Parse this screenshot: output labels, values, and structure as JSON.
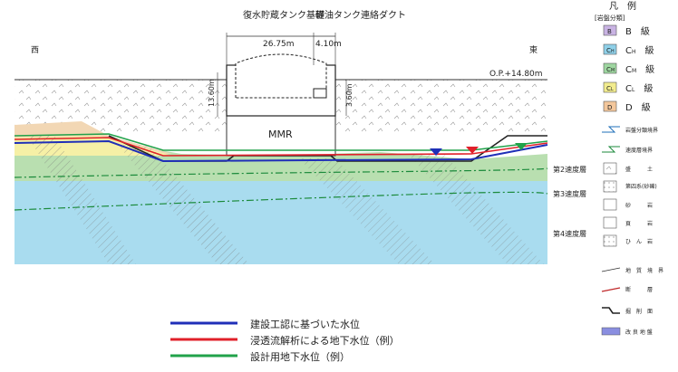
{
  "section": {
    "tank_label": "復水貯蔵タンク基礎",
    "duct_label": "軽油タンク連絡ダクト",
    "width_tank": "26.75m",
    "width_duct": "4.10m",
    "west": "西",
    "east": "東",
    "elevation": "O.P.+14.80m",
    "depth_left": "13.60m",
    "depth_right": "3.60m",
    "mmr": "MMR"
  },
  "velocity_layers": [
    "第2速度層",
    "第3速度層",
    "第4速度層"
  ],
  "legend": {
    "title": "凡　例",
    "subtitle": "[岩盤分類]",
    "rock_classes": [
      {
        "code": "B",
        "label": "B　級",
        "color": "#c9b3e3"
      },
      {
        "code": "C",
        "sub": "H",
        "label": "C",
        "label_sub": "H",
        "label_tail": "　級",
        "color": "#8fd0e8"
      },
      {
        "code": "C",
        "sub": "M",
        "label": "C",
        "label_sub": "M",
        "label_tail": "　級",
        "color": "#9ed6a0"
      },
      {
        "code": "C",
        "sub": "L",
        "label": "C",
        "label_sub": "L",
        "label_tail": "　級",
        "color": "#f2ec8e"
      },
      {
        "code": "D",
        "label": "D　級",
        "color": "#f3c79c"
      }
    ],
    "boundaries": [
      {
        "label": "岩盤分類境界"
      },
      {
        "label": "速度層境界"
      }
    ],
    "soils": [
      {
        "label": "盛　　　土"
      },
      {
        "label": "第四系(砂礫)"
      },
      {
        "label": "砂　　　岩"
      },
      {
        "label": "頁　　　岩"
      },
      {
        "label": "ひ　ん　岩"
      }
    ],
    "lines": [
      {
        "label": "地　質　境　界"
      },
      {
        "label": "断　　　層"
      },
      {
        "label": "掘　削　面"
      },
      {
        "label": "改 良 地 盤"
      }
    ]
  },
  "water_legend": [
    {
      "label": "建設工認に基づいた水位",
      "color": "#1f2fb8"
    },
    {
      "label": "浸透流解析による地下水位（例）",
      "color": "#e0202a"
    },
    {
      "label": "設計用地下水位（例）",
      "color": "#21a24a"
    }
  ]
}
